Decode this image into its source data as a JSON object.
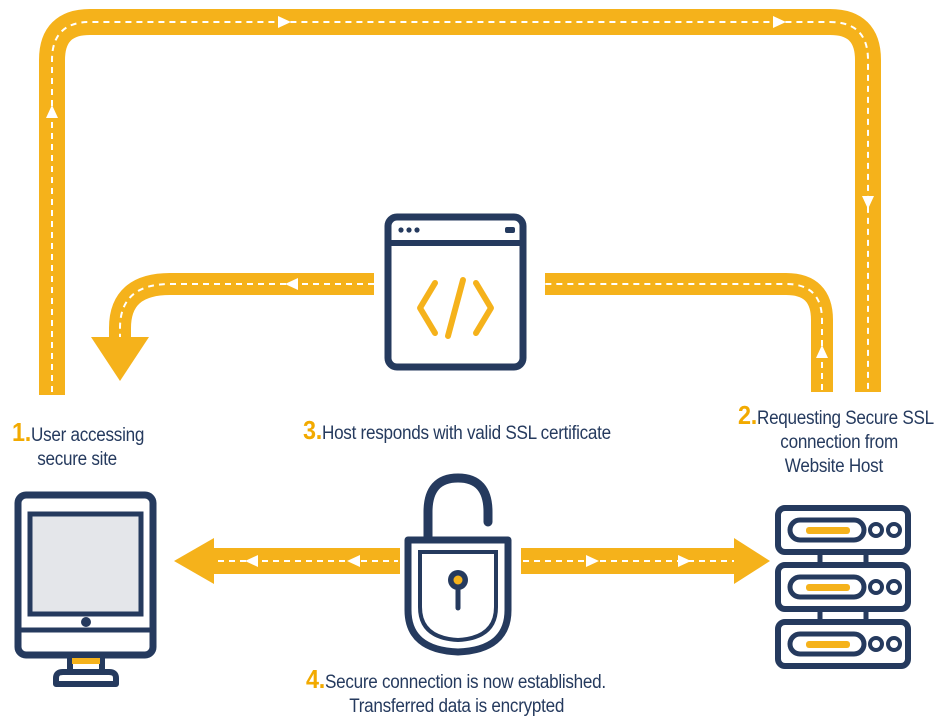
{
  "colors": {
    "accent": "#f5b21b",
    "navy": "#253a5e",
    "light_gray": "#e4e6ea"
  },
  "steps": [
    {
      "number": "1.",
      "lines": [
        "User accessing",
        "secure site"
      ]
    },
    {
      "number": "2.",
      "lines": [
        "Requesting Secure SSL",
        "connection from",
        "Website Host"
      ]
    },
    {
      "number": "3.",
      "lines": [
        "Host responds with valid SSL certificate"
      ]
    },
    {
      "number": "4.",
      "lines": [
        "Secure connection is now established.",
        "Transferred data is encrypted"
      ]
    }
  ],
  "icons": {
    "computer": "computer-monitor-icon",
    "certificate": "code-window-icon",
    "lock": "padlock-icon",
    "server": "server-rack-icon"
  }
}
